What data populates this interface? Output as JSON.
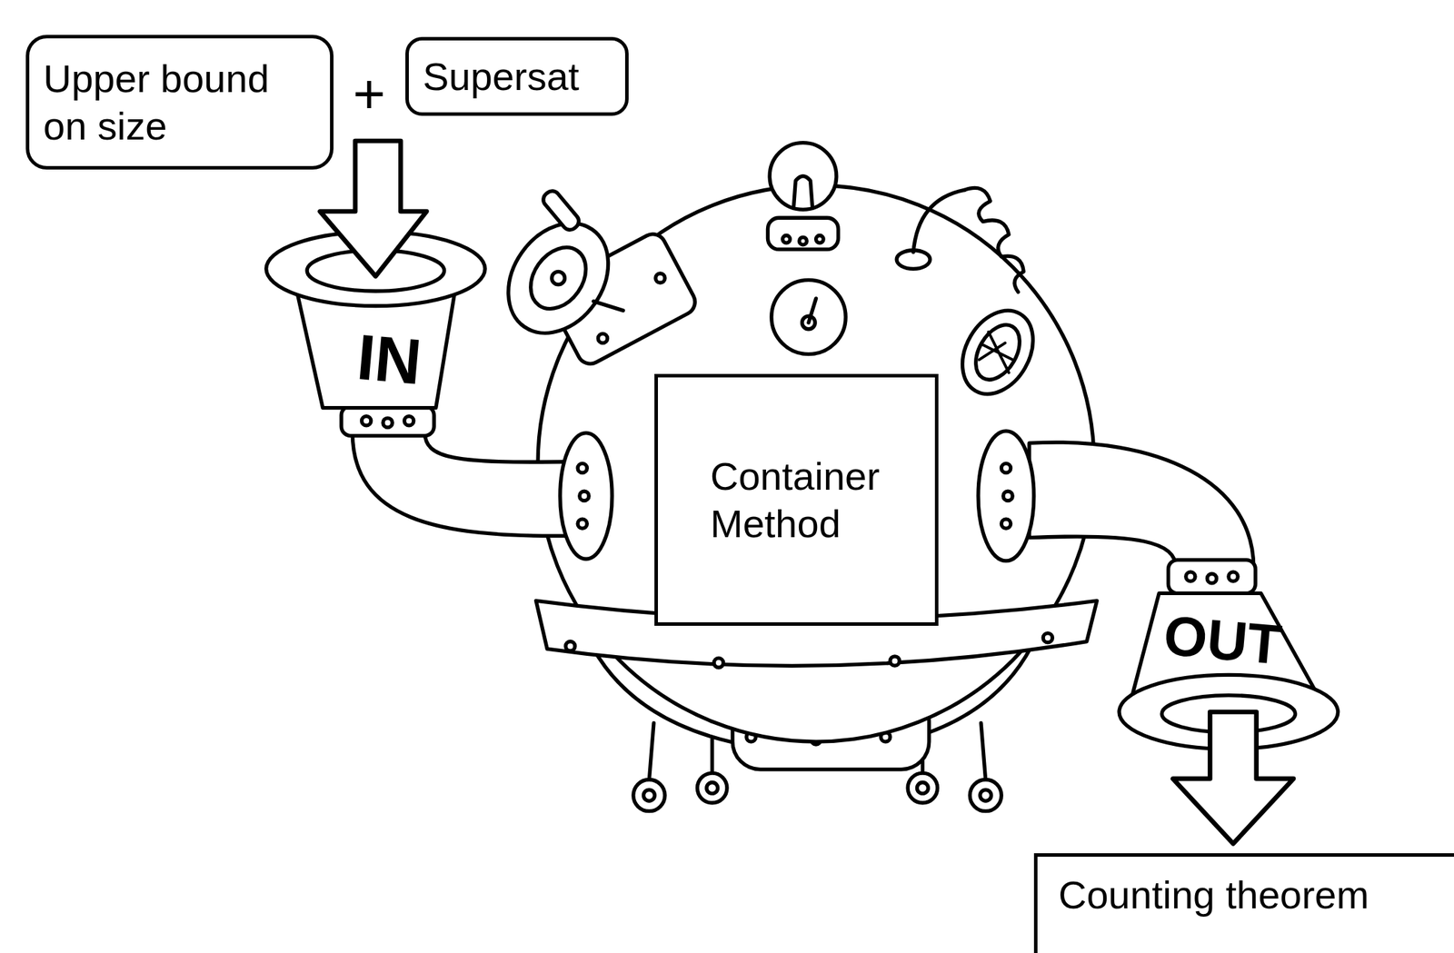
{
  "diagram": {
    "nodes": [
      {
        "text": [
          "Upper bound on size"
        ]
      },
      {
        "text": [
          "Supersat"
        ]
      },
      {
        "text": [
          "Container Method"
        ]
      },
      {
        "text": [
          "Counting theorem"
        ]
      }
    ],
    "labels": [
      "+",
      "IN",
      "OUT"
    ]
  }
}
